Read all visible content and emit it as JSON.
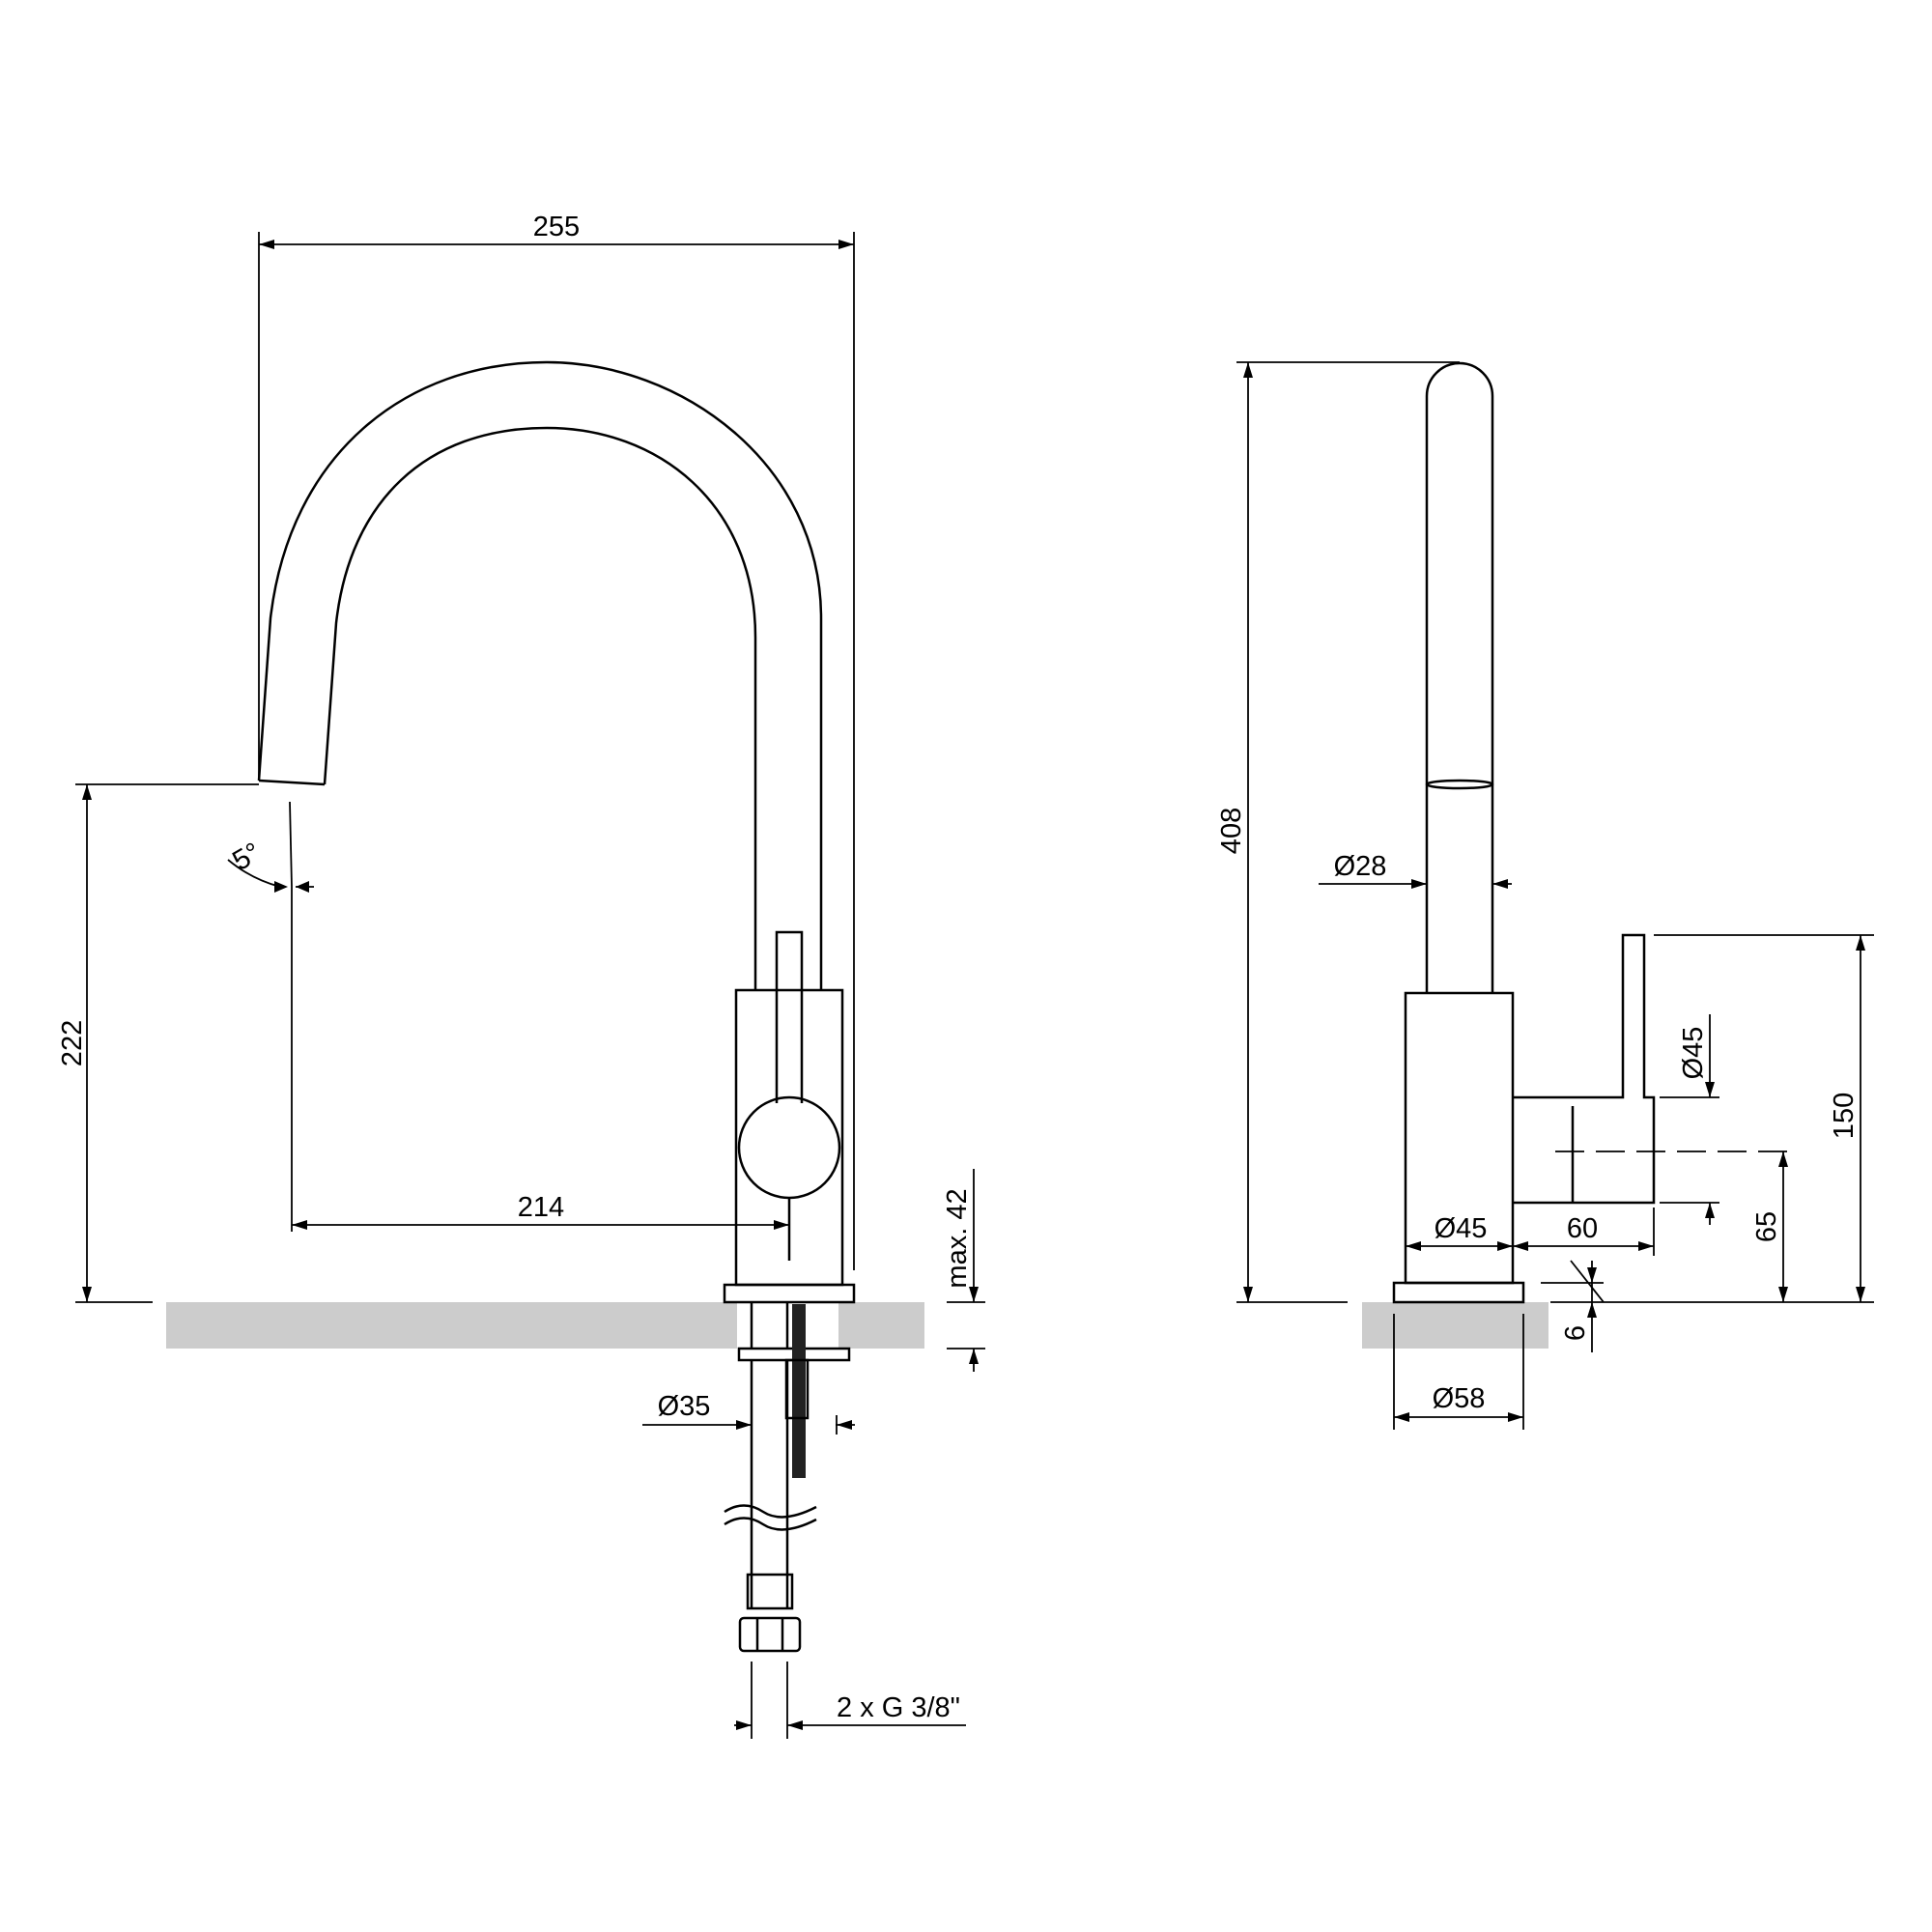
{
  "front_view": {
    "overall_width": "255",
    "spout_height": "222",
    "spout_reach": "214",
    "spout_angle": "5°",
    "max_worktop": "max. 42",
    "shank_diameter": "Ø35",
    "connection": "2 x G 3/8\""
  },
  "side_view": {
    "overall_height": "408",
    "spout_diameter": "Ø28",
    "lever_height": "150",
    "handle_diameter": "Ø45",
    "handle_center_height": "65",
    "body_diameter": "Ø45",
    "handle_projection": "60",
    "base_thickness": "6",
    "base_diameter": "Ø58"
  },
  "colors": {
    "line": "#000000",
    "counter": "#cccccc"
  }
}
